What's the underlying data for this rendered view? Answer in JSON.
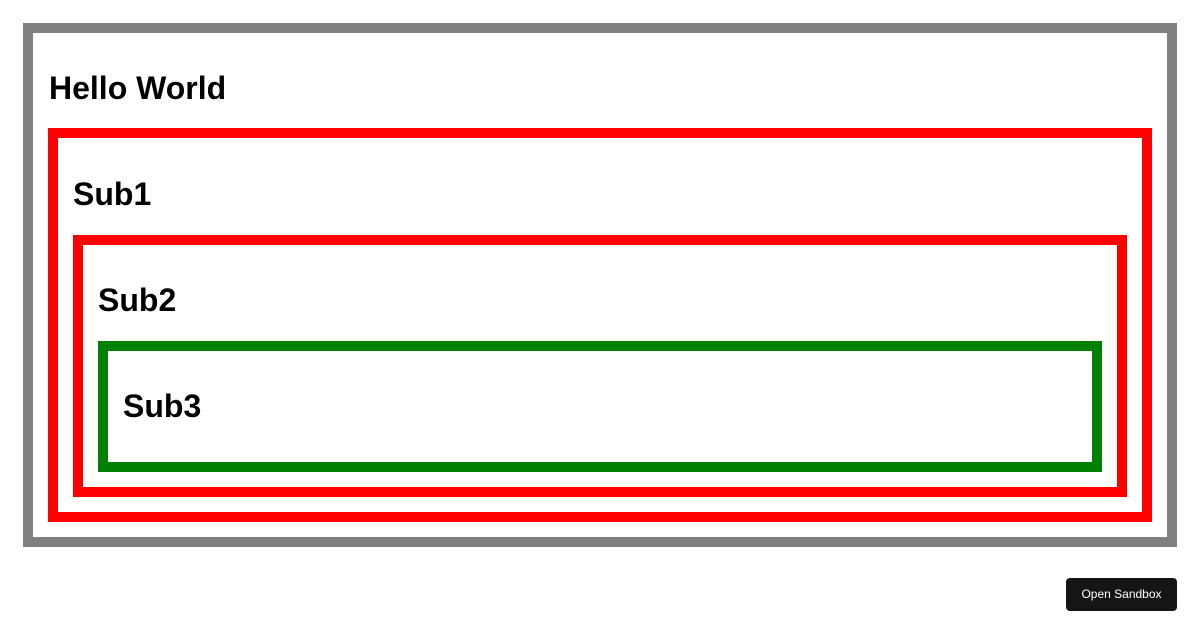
{
  "boxes": {
    "outer": {
      "title": "Hello World",
      "border_color": "#808080"
    },
    "sub1": {
      "title": "Sub1",
      "border_color": "#ff0000"
    },
    "sub2": {
      "title": "Sub2",
      "border_color": "#ff0000"
    },
    "sub3": {
      "title": "Sub3",
      "border_color": "#008000"
    }
  },
  "footer": {
    "open_sandbox_label": "Open Sandbox"
  }
}
